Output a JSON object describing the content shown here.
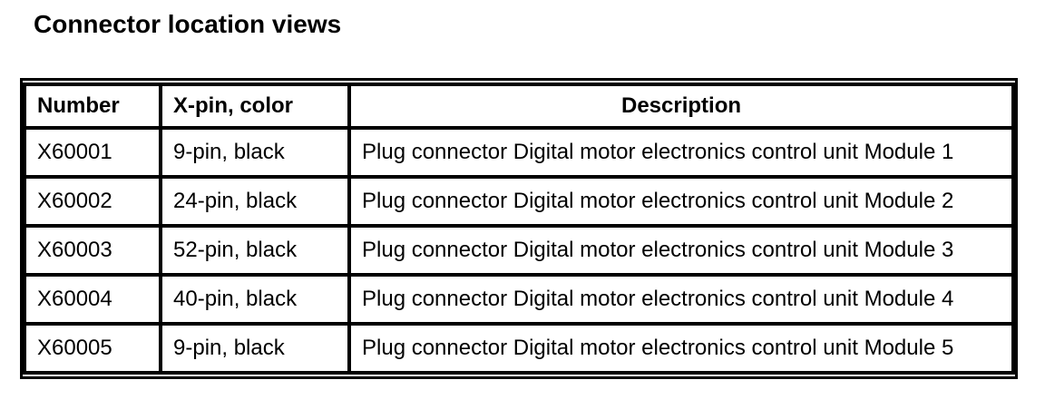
{
  "title": "Connector location views",
  "table": {
    "headers": [
      "Number",
      "X-pin, color",
      "Description"
    ],
    "rows": [
      {
        "number": "X60001",
        "pin_color": "9-pin, black",
        "description": "Plug connector Digital motor electronics control unit Module 1"
      },
      {
        "number": "X60002",
        "pin_color": "24-pin, black",
        "description": "Plug connector Digital motor electronics control unit Module 2"
      },
      {
        "number": "X60003",
        "pin_color": "52-pin, black",
        "description": "Plug connector Digital motor electronics control unit Module 3"
      },
      {
        "number": "X60004",
        "pin_color": "40-pin, black",
        "description": "Plug connector Digital motor electronics control unit Module 4"
      },
      {
        "number": "X60005",
        "pin_color": "9-pin, black",
        "description": "Plug connector Digital motor electronics control unit Module 5"
      }
    ]
  },
  "colors": {
    "border": "#000000",
    "background": "#ffffff",
    "text": "#000000"
  }
}
